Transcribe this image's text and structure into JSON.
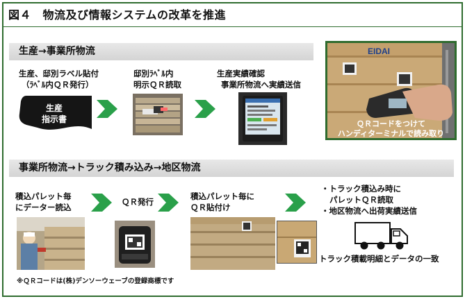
{
  "title": "図４　物流及び情報システムの改革を推進",
  "sections": {
    "s1": "生産→事業所物流",
    "s2": "事業所物流→トラック積み込み→地区物流"
  },
  "flow1": {
    "step1_l1": "生産、邸別ラベル貼付",
    "step1_l2": "（ﾗﾍﾞﾙ内ＱＲ発行）",
    "doc_l1": "生産",
    "doc_l2": "指示書",
    "step2_l1": "邸別ﾗﾍﾞﾙ内",
    "step2_l2": "明示ＱＲ読取",
    "step3_l1": "生産実績確認",
    "step3_l2": "事業所物流へ実績送信",
    "brand": "EIDAI",
    "photo_cap_l1": "ＱＲコードをつけて",
    "photo_cap_l2": "ハンディターミナルで読み取り"
  },
  "flow2": {
    "step1_l1": "積込パレット毎",
    "step1_l2": "にデーター読込",
    "step2": "ＱＲ発行",
    "step3_l1": "積込パレット毎に",
    "step3_l2": "ＱＲ貼付け",
    "bullet1_l1": "・トラック積込み時に",
    "bullet1_l2": "パレットＱＲ読取",
    "bullet2": "・地区物流へ出荷実績送信",
    "truck_caption": "トラック積載明細とデータの一致"
  },
  "footnote": "※ＱＲコードは(株)デンソーウェーブの登録商標です",
  "colors": {
    "frame": "#2e6b2e",
    "arrow": "#2aa04a",
    "section_bar": "#dcdcdc",
    "doc": "#151515"
  },
  "icons": [
    "chevron-arrow-icon",
    "document-icon",
    "truck-icon"
  ]
}
